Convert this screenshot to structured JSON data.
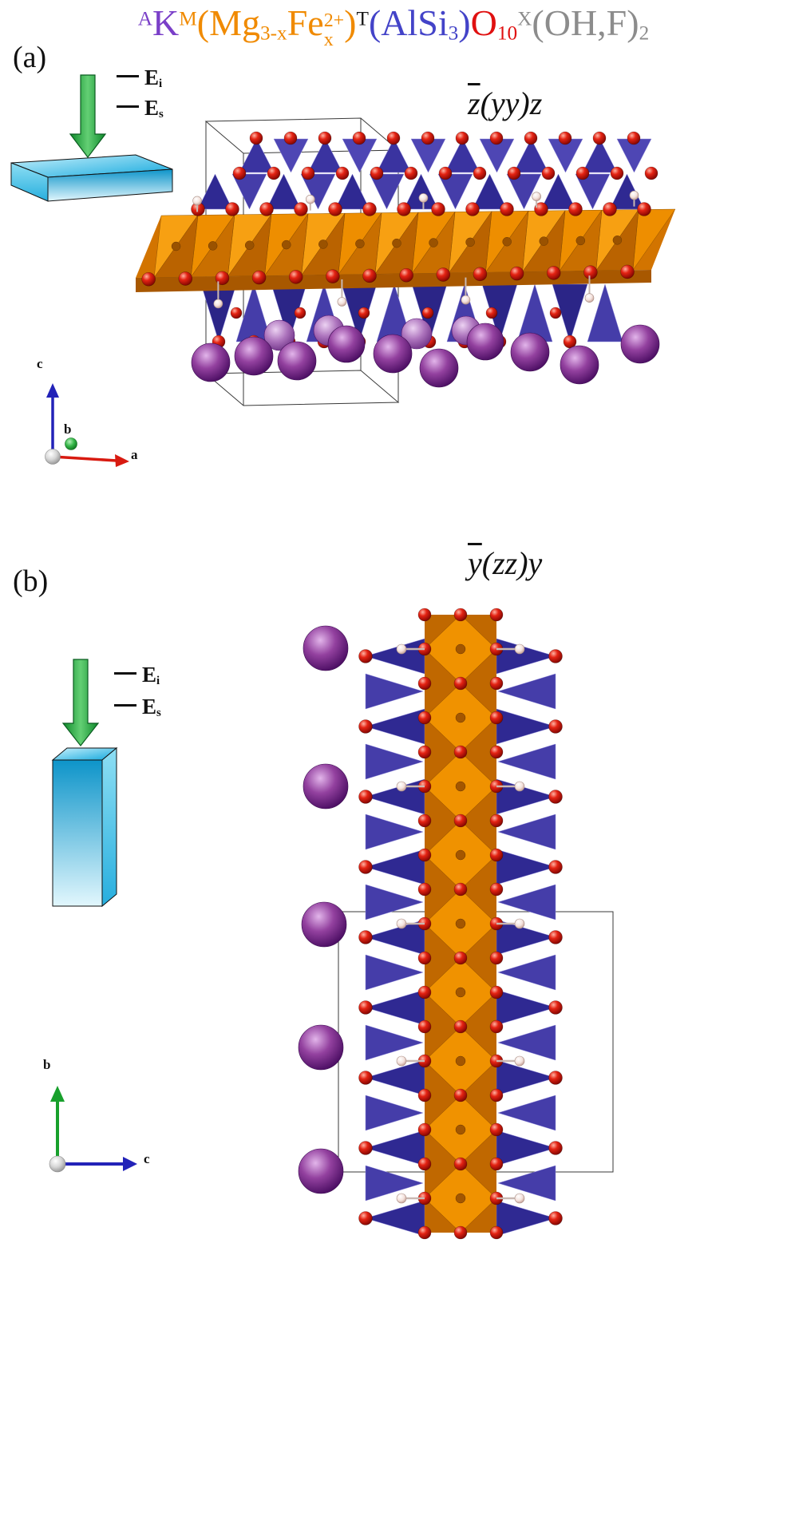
{
  "formula": {
    "a_site": "A",
    "k": "K",
    "m_site": "M",
    "mg_open": "(Mg",
    "mg_sub": "3-x",
    "fe": "Fe",
    "fe_sup": "2+",
    "fe_sub": "x",
    "m_close": ")",
    "t_site": "T",
    "alsi_open": "(AlSi",
    "alsi_sub": "3",
    "alsi_close": ")",
    "o": "O",
    "o_sub": "10",
    "x_site": "X",
    "ohf_open": "(OH,F)",
    "ohf_sub": "2"
  },
  "panels": {
    "a": {
      "label": "(a)",
      "porto_bar": "z",
      "porto_rest": "(yy)z",
      "e_i": {
        "sym": "E",
        "sub": "i"
      },
      "e_s": {
        "sym": "E",
        "sub": "s"
      },
      "axes": {
        "vertical": "c",
        "horizontal": "a",
        "out_of_plane": "b"
      }
    },
    "b": {
      "label": "(b)",
      "porto_bar": "y",
      "porto_rest": "(zz)y",
      "e_i": {
        "sym": "E",
        "sub": "i"
      },
      "e_s": {
        "sym": "E",
        "sub": "s"
      },
      "axes": {
        "vertical": "b",
        "horizontal": "c"
      }
    }
  },
  "colors": {
    "formula_purple": "#7a3fc8",
    "formula_orange": "#f08a00",
    "formula_blue": "#4343c8",
    "formula_red": "#e01010",
    "formula_gray": "#8c8c8c",
    "formula_dark": "#1a1a1a",
    "potassium": "#93419f",
    "oxygen": "#e42313",
    "hydrogen": "#f4e2dc",
    "tetrahedra": "#2f2992",
    "tetrahedra_light": "#453da9",
    "octahedra": "#f09200",
    "octahedra_dark": "#c06800",
    "slab": "#12a8dd",
    "beam_arrow": "#2ba84a",
    "axis_a": "#d81a10",
    "axis_b": "#18a02c",
    "axis_c": "#2222b8",
    "cell_line": "#3a3a3a"
  }
}
